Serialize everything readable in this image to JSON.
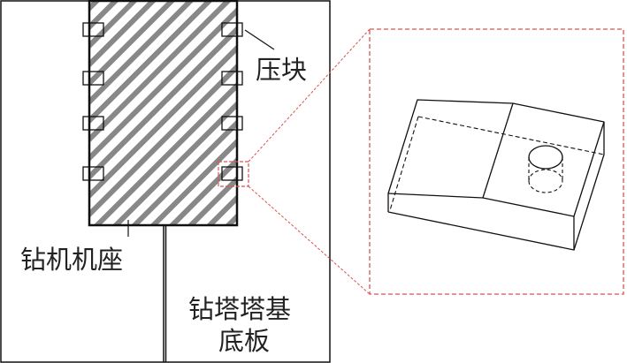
{
  "labels": {
    "clamp_block": "压块",
    "drill_base": "钻机机座",
    "tower_base_line1": "钻塔塔基",
    "tower_base_line2": "底板"
  },
  "colors": {
    "line": "#111111",
    "hatch": "#888888",
    "callout": "#d9534f"
  }
}
